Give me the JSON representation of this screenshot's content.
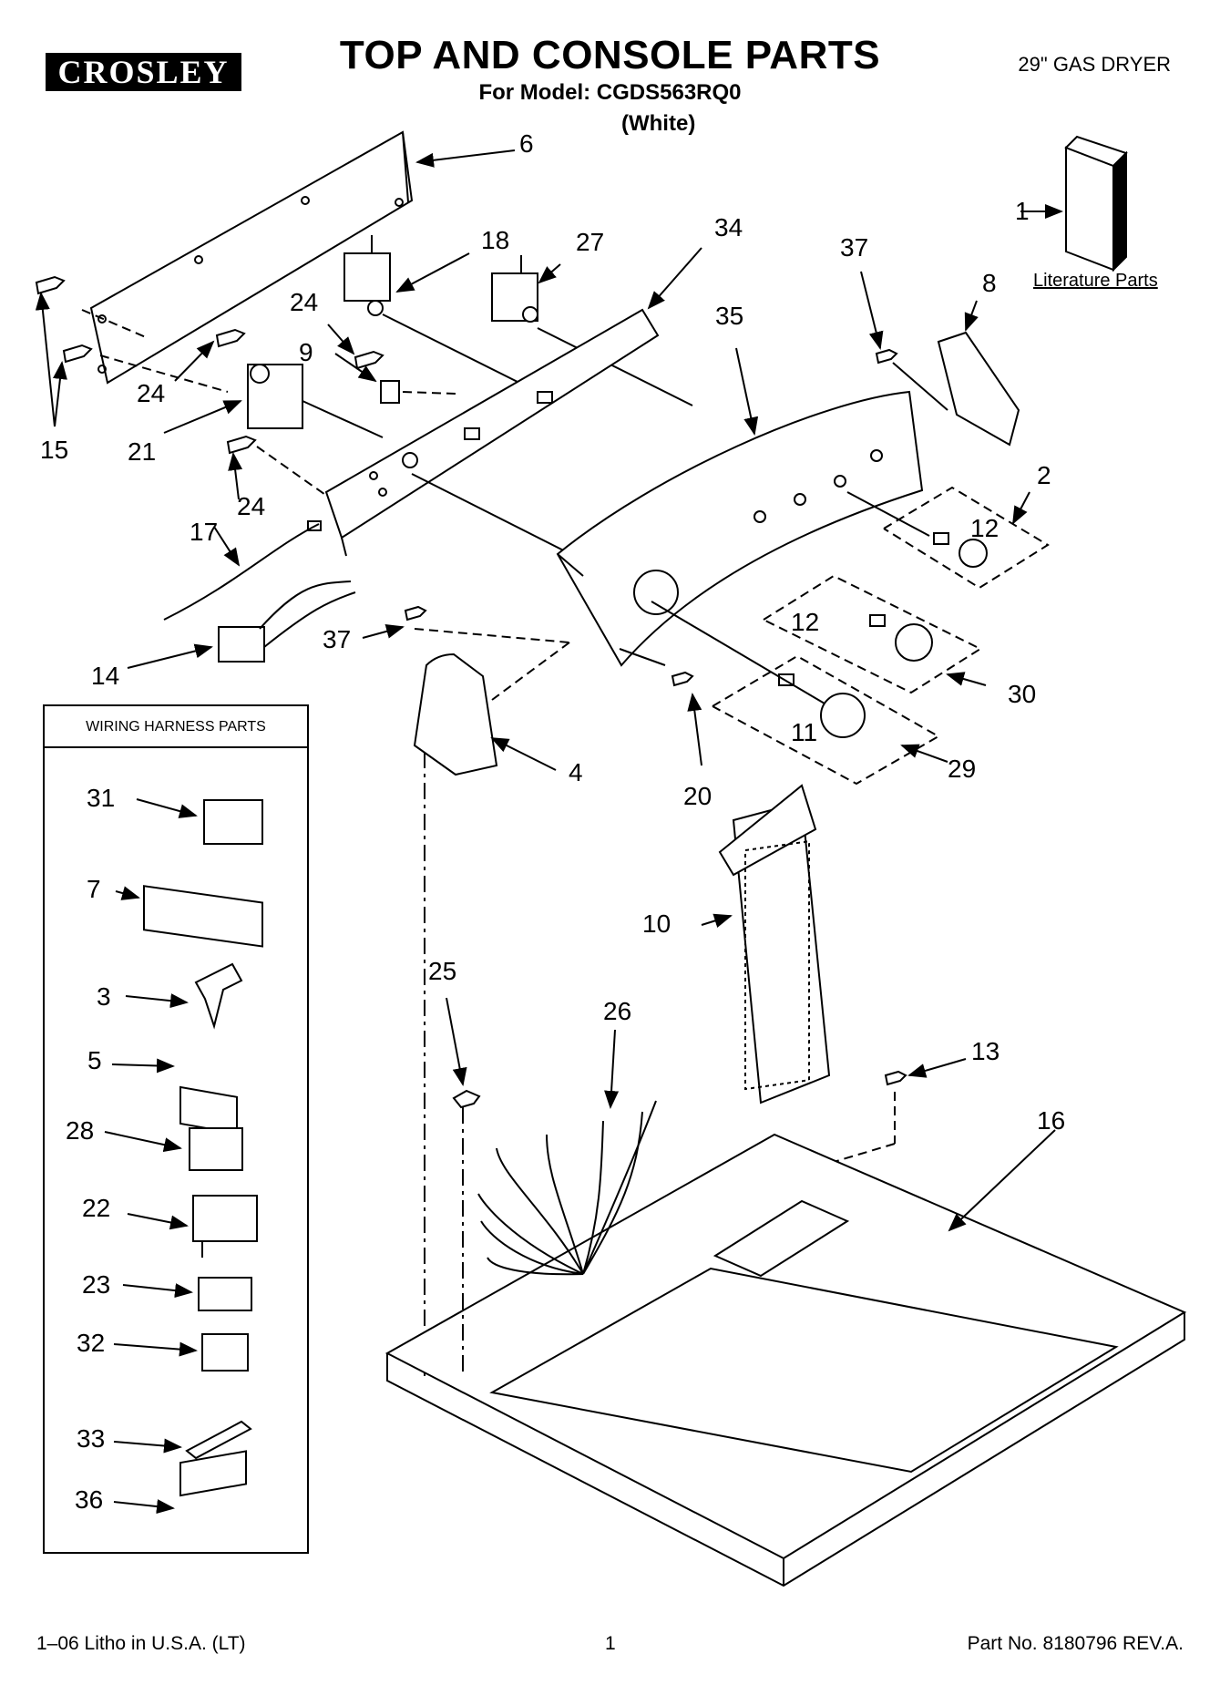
{
  "header": {
    "brand_logo": "CROSLEY",
    "title": "TOP AND CONSOLE PARTS",
    "model_line": "For Model: CGDS563RQ0",
    "color_line": "(White)",
    "product_type": "29\" GAS DRYER"
  },
  "literature_label": "Literature Parts",
  "wiring_harness_title": "WIRING HARNESS PARTS",
  "callouts": {
    "c1": "1",
    "c2": "2",
    "c4": "4",
    "c6": "6",
    "c8": "8",
    "c9": "9",
    "c10": "10",
    "c11": "11",
    "c12a": "12",
    "c12b": "12",
    "c13": "13",
    "c14": "14",
    "c15": "15",
    "c16": "16",
    "c17": "17",
    "c18": "18",
    "c20": "20",
    "c21": "21",
    "c24a": "24",
    "c24b": "24",
    "c24c": "24",
    "c25": "25",
    "c26": "26",
    "c27": "27",
    "c29": "29",
    "c30": "30",
    "c34": "34",
    "c35": "35",
    "c37a": "37",
    "c37b": "37"
  },
  "harness_callouts": {
    "h31": "31",
    "h7": "7",
    "h3": "3",
    "h5": "5",
    "h28": "28",
    "h22": "22",
    "h23": "23",
    "h32": "32",
    "h33": "33",
    "h36": "36"
  },
  "footer": {
    "litho": "1–06 Litho in U.S.A. (LT)",
    "page": "1",
    "part_no": "Part No. 8180796 REV.A."
  }
}
